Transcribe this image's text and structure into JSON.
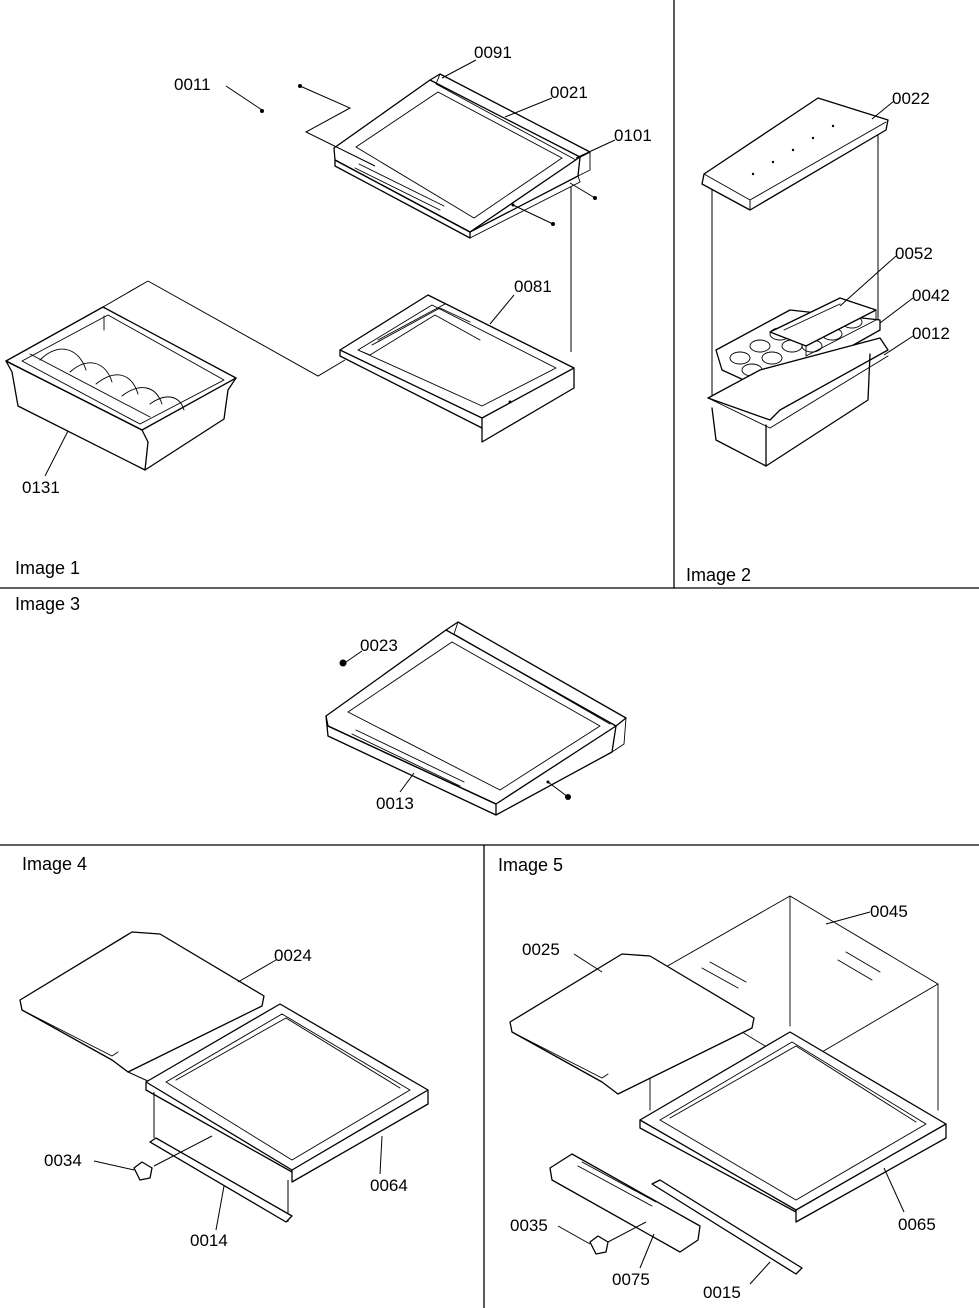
{
  "panels": [
    {
      "title": "Image 1"
    },
    {
      "title": "Image 2"
    },
    {
      "title": "Image 3"
    },
    {
      "title": "Image 4"
    },
    {
      "title": "Image 5"
    }
  ],
  "parts": {
    "p0011": "0011",
    "p0091": "0091",
    "p0021": "0021",
    "p0101": "0101",
    "p0081": "0081",
    "p0131": "0131",
    "p0022": "0022",
    "p0052": "0052",
    "p0042": "0042",
    "p0012": "0012",
    "p0023": "0023",
    "p0013": "0013",
    "p0024": "0024",
    "p0034": "0034",
    "p0064": "0064",
    "p0014": "0014",
    "p0025": "0025",
    "p0045": "0045",
    "p0035": "0035",
    "p0075": "0075",
    "p0015": "0015",
    "p0065": "0065"
  }
}
